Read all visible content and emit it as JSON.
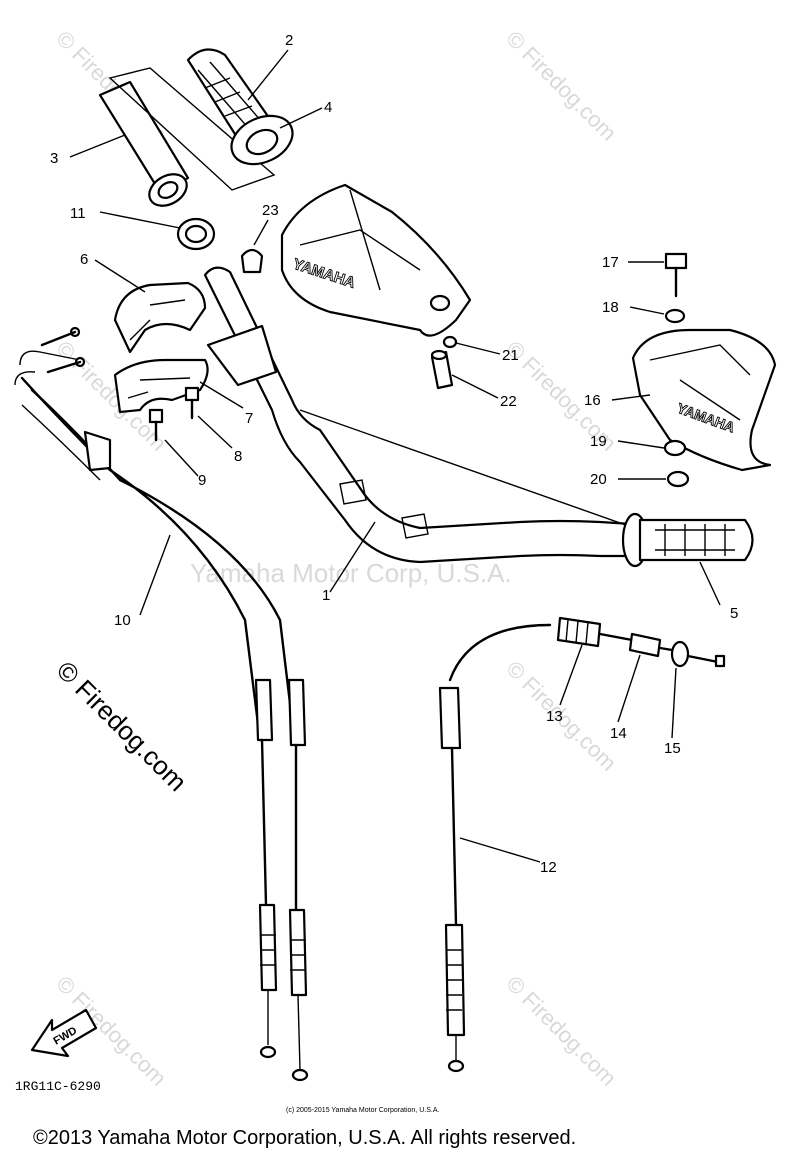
{
  "watermarks": {
    "firedog": "© Firedog.com",
    "center": "Yamaha Motor Corp, U.S.A."
  },
  "brand_on_guard": "YAMAHA",
  "fwd_label": "FWD",
  "diagram_code": "1RG11C-6290",
  "small_copyright": "(c) 2005-2015 Yamaha Motor Corporation, U.S.A.",
  "footer_copyright": "©2013 Yamaha Motor Corporation, U.S.A. All rights reserved.",
  "callouts": [
    "1",
    "2",
    "3",
    "4",
    "5",
    "6",
    "7",
    "8",
    "9",
    "10",
    "11",
    "12",
    "13",
    "14",
    "15",
    "16",
    "17",
    "18",
    "19",
    "20",
    "21",
    "22",
    "23"
  ]
}
